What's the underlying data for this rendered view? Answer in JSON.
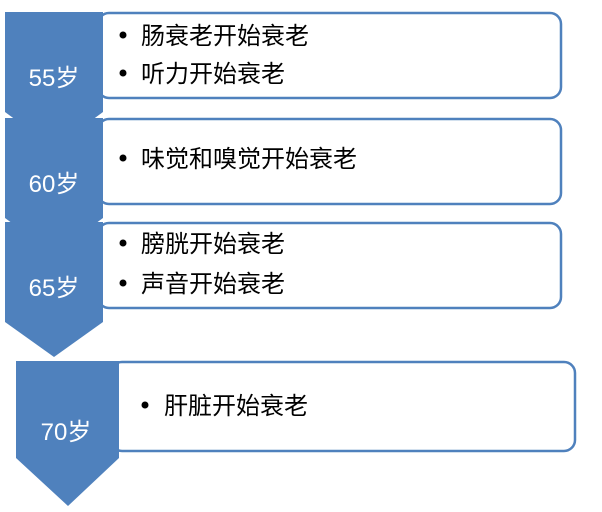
{
  "colors": {
    "chevron_fill": "#4F81BD",
    "box_border": "#4F81BD",
    "box_fill": "#FFFFFF",
    "label_text": "#FFFFFF",
    "item_text": "#000000"
  },
  "stages": [
    {
      "age_label": "55岁",
      "items": [
        "肠衰老开始衰老",
        "听力开始衰老"
      ]
    },
    {
      "age_label": "60岁",
      "items": [
        "味觉和嗅觉开始衰老"
      ]
    },
    {
      "age_label": "65岁",
      "items": [
        "膀胱开始衰老",
        "声音开始衰老"
      ]
    },
    {
      "age_label": "70岁",
      "items": [
        "肝脏开始衰老"
      ]
    }
  ]
}
